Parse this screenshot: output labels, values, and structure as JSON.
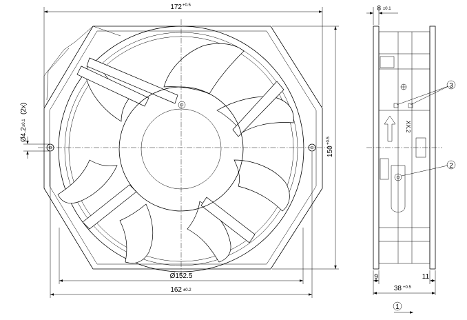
{
  "front_view": {
    "width_dim": {
      "value": "172",
      "tol": "+0.5"
    },
    "height_dim": {
      "value": "150",
      "tol": "+0.5"
    },
    "rotor_dia_dim": {
      "value": "Ø152.5"
    },
    "mount_dim": {
      "value": "162",
      "tol": "±0.2"
    },
    "hole_dim": {
      "value": "Ø4.2",
      "tol": "±0.1",
      "count": "(2x)"
    }
  },
  "side_view": {
    "top_dim": {
      "value": "8",
      "tol": "±0.1"
    },
    "depth_dim": {
      "value": "38",
      "tol": "+0.5"
    },
    "left_flange_dim": {
      "value": "9"
    },
    "right_flange_dim": {
      "value": "11"
    },
    "label_text": "XX.2",
    "callouts": [
      {
        "number": "3"
      },
      {
        "number": "2"
      },
      {
        "number": "1"
      }
    ]
  }
}
